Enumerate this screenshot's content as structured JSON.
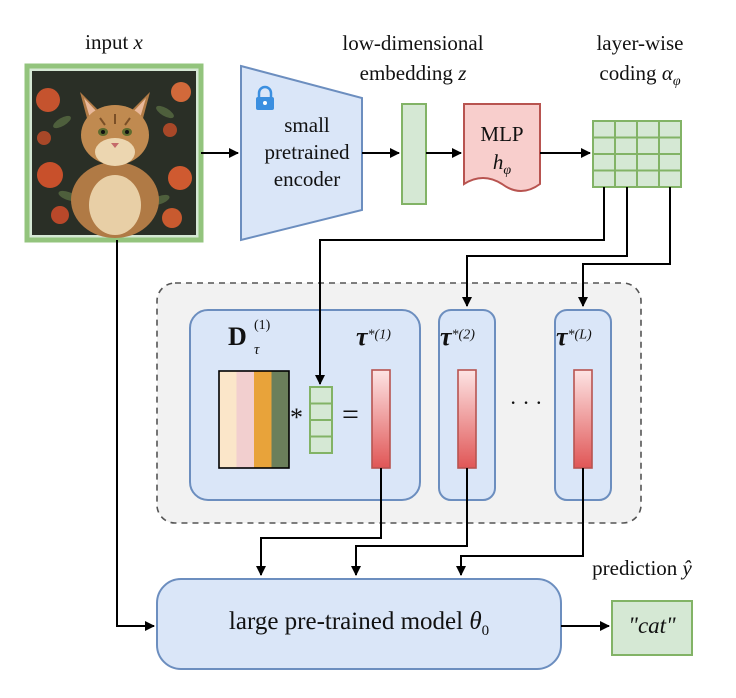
{
  "labels": {
    "input": "input",
    "input_var": "x",
    "embedding_line1": "low-dimensional",
    "embedding_line2": "embedding",
    "embedding_var": "z",
    "coding_line1": "layer-wise",
    "coding_line2": "coding",
    "coding_var": "α",
    "coding_sub": "φ",
    "prediction": "prediction",
    "prediction_var": "ŷ"
  },
  "encoder": {
    "line1": "small",
    "line2": "pretrained",
    "line3": "encoder",
    "icon": "lock-icon"
  },
  "mlp": {
    "title": "MLP",
    "var": "h",
    "sub": "φ"
  },
  "dictionary": {
    "symbol": "D",
    "sub": "τ",
    "sup": "(1)",
    "column_colors": [
      "#fbe6c9",
      "#f2cfcf",
      "#e8a33a",
      "#6b7f5b"
    ],
    "times": "*",
    "equals": "="
  },
  "task_vectors": [
    {
      "symbol": "τ",
      "sup": "*(1)"
    },
    {
      "symbol": "τ",
      "sup": "*(2)"
    },
    {
      "symbol": "τ",
      "sup": "*(L)"
    }
  ],
  "ellipsis": "· · ·",
  "model": {
    "label": "large pre-trained model",
    "var": "θ",
    "sub": "0"
  },
  "output": {
    "value": "\"cat\""
  },
  "colors": {
    "blue_fill": "#dae6f8",
    "blue_stroke": "#6c8ebf",
    "green_fill": "#d5e8d4",
    "green_stroke": "#82b366",
    "red_fill": "#f8cecc",
    "red_stroke": "#b85450",
    "lock": "#3b8fe0"
  }
}
